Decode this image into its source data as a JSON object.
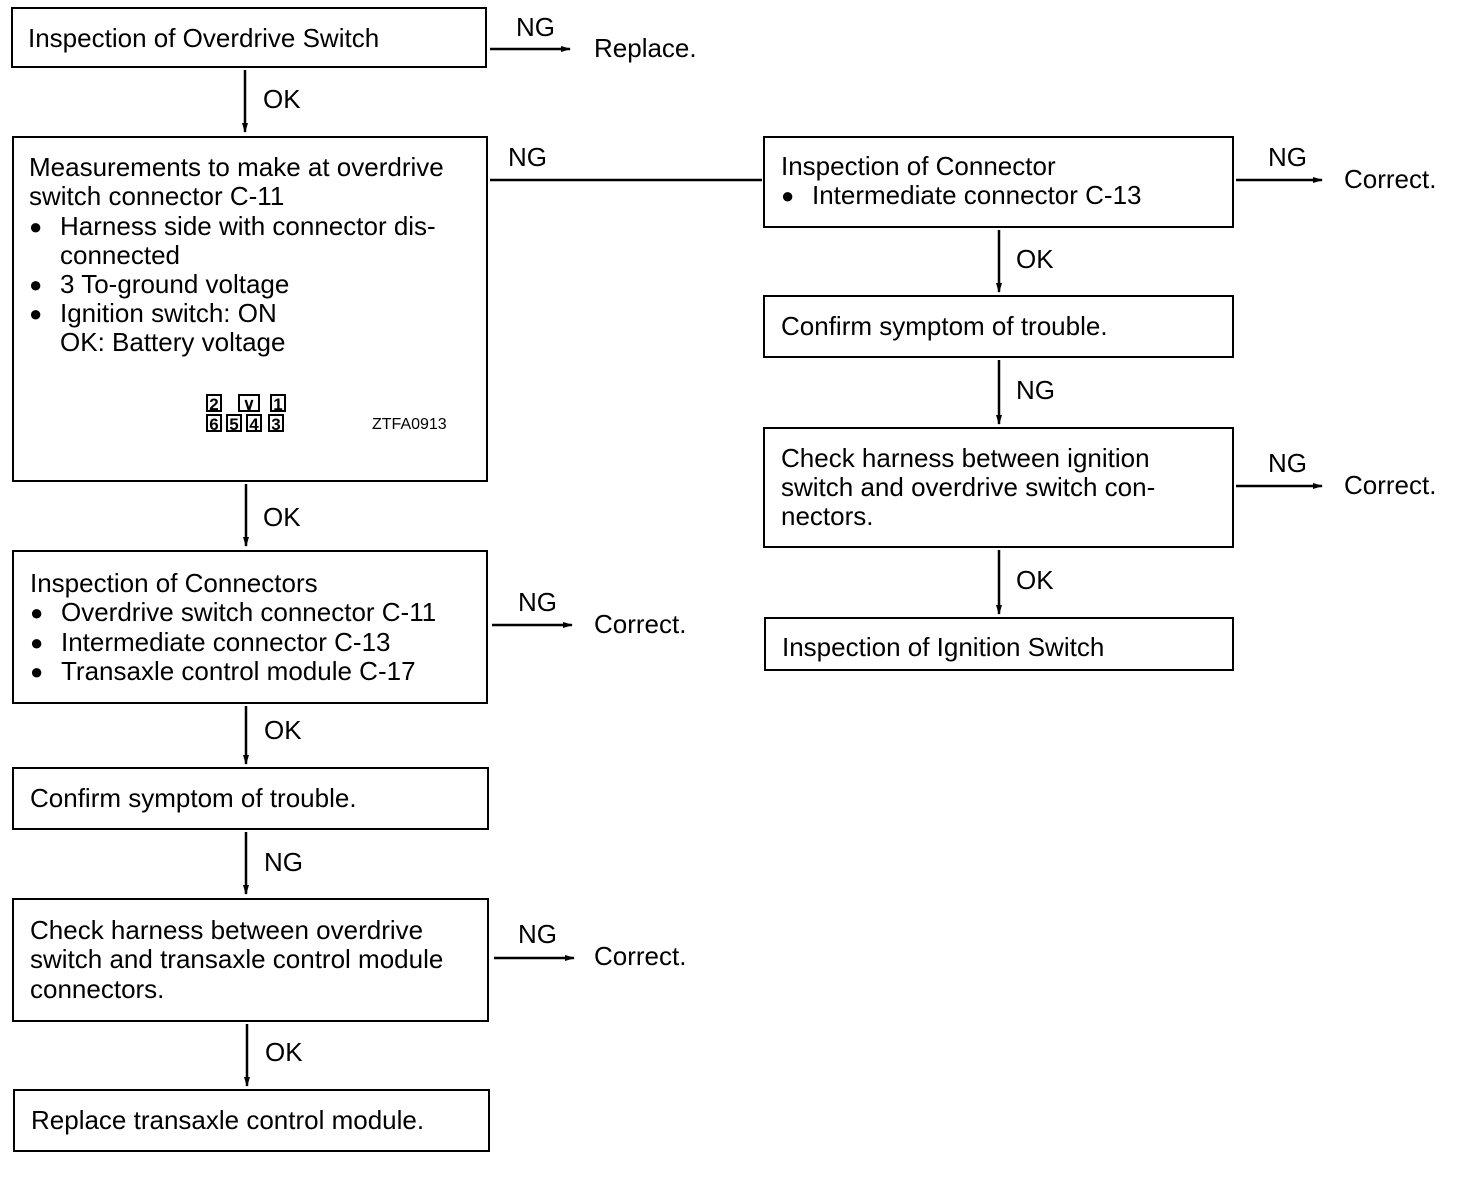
{
  "diagram": {
    "boxes": {
      "b1": {
        "lines": [
          "Inspection of Overdrive Switch"
        ]
      },
      "b2": {
        "lines": [
          "Measurements to make at overdrive",
          "switch connector C-11"
        ],
        "bullets": [
          "Harness side with connector dis-",
          "connected",
          "3 To-ground voltage",
          "Ignition switch: ON",
          "OK: Battery voltage"
        ],
        "code": "ZTFA0913",
        "pins_top": [
          "2",
          "∨",
          "1"
        ],
        "pins_bottom": [
          "6",
          "5",
          "4",
          "3"
        ]
      },
      "b3": {
        "lines": [
          "Inspection of Connectors"
        ],
        "bullets": [
          "Overdrive switch connector C-11",
          "Intermediate connector C-13",
          "Transaxle control module C-17"
        ]
      },
      "b4": {
        "lines": [
          "Confirm symptom of trouble."
        ]
      },
      "b5": {
        "lines": [
          "Check harness between overdrive",
          "switch and transaxle control module",
          "connectors."
        ]
      },
      "b6": {
        "lines": [
          "Replace transaxle control module."
        ]
      },
      "r1": {
        "lines": [
          "Inspection of Connector"
        ],
        "bullets": [
          "Intermediate connector C-13"
        ]
      },
      "r2": {
        "lines": [
          "Confirm symptom of trouble."
        ]
      },
      "r3": {
        "lines": [
          "Check harness between ignition",
          "switch and overdrive switch con-",
          "nectors."
        ]
      },
      "r4": {
        "lines": [
          "Inspection of Ignition Switch"
        ]
      }
    },
    "labels": {
      "ng": "NG",
      "ok": "OK",
      "replace": "Replace.",
      "correct": "Correct."
    }
  }
}
